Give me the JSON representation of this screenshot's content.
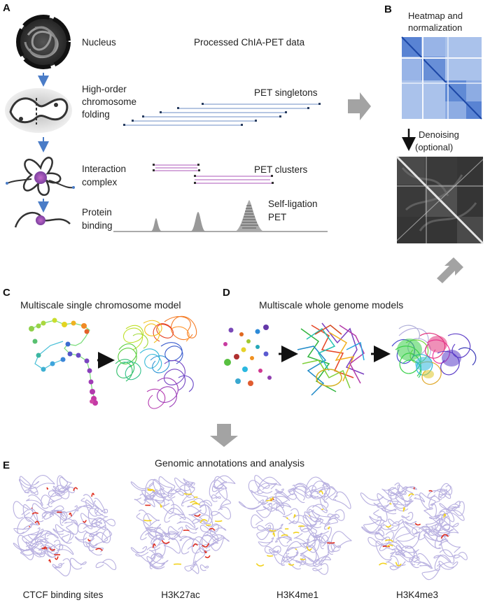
{
  "panels": {
    "A": {
      "letter": "A",
      "header": "Processed ChIA-PET data",
      "steps": {
        "nucleus": "Nucleus",
        "folding": [
          "High-order",
          "chromosome",
          "folding"
        ],
        "complex": [
          "Interaction",
          "complex"
        ],
        "binding": [
          "Protein",
          "binding"
        ]
      },
      "pet_singletons": "PET singletons",
      "pet_clusters": "PET clusters",
      "self_ligation": [
        "Self-ligation",
        "PET"
      ]
    },
    "B": {
      "letter": "B",
      "heatmap_title": [
        "Heatmap and",
        "normalization"
      ],
      "denoising": [
        "Denoising",
        "(optional)"
      ]
    },
    "C": {
      "letter": "C",
      "title": "Multiscale single chromosome model"
    },
    "D": {
      "letter": "D",
      "title": "Multiscale whole genome models"
    },
    "E": {
      "letter": "E",
      "title": "Genomic annotations and analysis",
      "captions": [
        "CTCF binding sites",
        "H3K27ac",
        "H3K4me1",
        "H3K4me3"
      ]
    }
  },
  "colors": {
    "arrow_gray": "#a3a3a3",
    "blue_arrow": "#4a7cc7",
    "singleton_line": "#9db4d8",
    "cluster_line": "#c98fd0",
    "heatmap_blue": "#2f63c4",
    "chromatin_lavender": "#b8b0e0",
    "highlight_red": "#e03020",
    "highlight_yellow": "#f2d21e"
  },
  "icons": [
    "down-arrow-icon",
    "right-arrow-icon",
    "gray-block-arrow-icon"
  ]
}
